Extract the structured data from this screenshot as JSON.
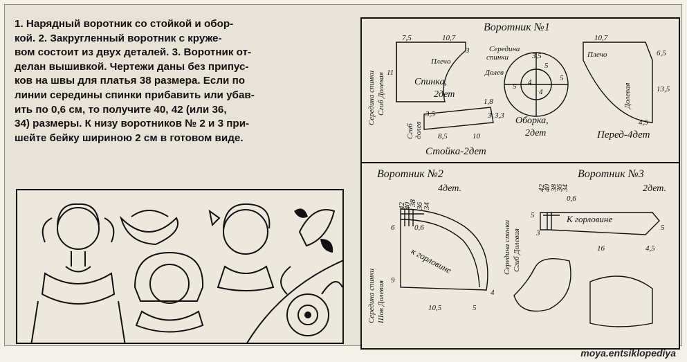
{
  "text_lines": [
    "1. Нарядный воротник со стойкой и обор-",
    "кой. 2. Закругленный воротник с круже-",
    "вом состоит из двух деталей. 3. Воротник от-",
    "делан вышивкой. Чертежи даны без припус-",
    "ков на швы для платья 38 размера. Если по",
    "линии середины спинки прибавить или убав-",
    "ить по 0,6 см, то получите 40, 42 (или 36,",
    "34) размеры. К низу воротников № 2 и 3 при-",
    "шейте бейку шириною 2 см в готовом виде."
  ],
  "collar1": {
    "title": "Воротник №1",
    "spinka": "Спинка,",
    "spinka_count": "2дет",
    "pered": "Перед-4дет",
    "oborka": "Оборка,",
    "oborka_count": "2дет",
    "stoika": "Стойка-2дет",
    "plecho_left": "Плечо",
    "plecho_right": "Плечо",
    "seredina_spinki": "Середина",
    "seredina_spinki2": "спинки",
    "dolev_circle": "Долев",
    "dolevaya_right": "Долевая",
    "side_label": "Середина спинки",
    "side_label2": "Сгиб Долевая",
    "stoika_side": "Сгиб",
    "stoika_side2": "долев",
    "n_7_5": "7,5",
    "n_10_7a": "10,7",
    "n_10_7b": "10,7",
    "n_3": "3",
    "n_11": "11",
    "n_3_5": "3,5",
    "n_5a": "5",
    "n_5b": "5",
    "n_4a": "4",
    "n_4b": "4",
    "n_5c": "5",
    "n_6_5": "6,5",
    "n_13_5": "13,5",
    "n_4_5": "4,5",
    "n_1_8": "1,8",
    "n_3_3": "3",
    "n_3_3b": "3,3",
    "n_8_5": "8,5",
    "n_10": "10",
    "n_3_5b": "3,5"
  },
  "collar2": {
    "title": "Воротник №2",
    "count": "4дет.",
    "ticks": [
      "42",
      "40",
      "38",
      "36",
      "34"
    ],
    "n_6": "6",
    "n_0_6": "0,6",
    "k_gorlovine": "к горловине",
    "n_9": "9",
    "n_10_5": "10,5",
    "n_5": "5",
    "n_4": "4",
    "side_label": "Середина спинки",
    "side_label2": "Шов Долевая"
  },
  "collar3": {
    "title": "Воротник №3",
    "count": "2дет.",
    "ticks": [
      "42",
      "40",
      "38",
      "36",
      "34"
    ],
    "n_5a": "5",
    "n_0_6": "0,6",
    "k_gorlovine": "К горловине",
    "n_3": "3",
    "n_5b": "5",
    "n_16": "16",
    "n_4_5": "4,5",
    "side_label": "Середина спинки",
    "side_label2": "Сгиб Долевая"
  },
  "watermark": "moya.entsiklopediya"
}
